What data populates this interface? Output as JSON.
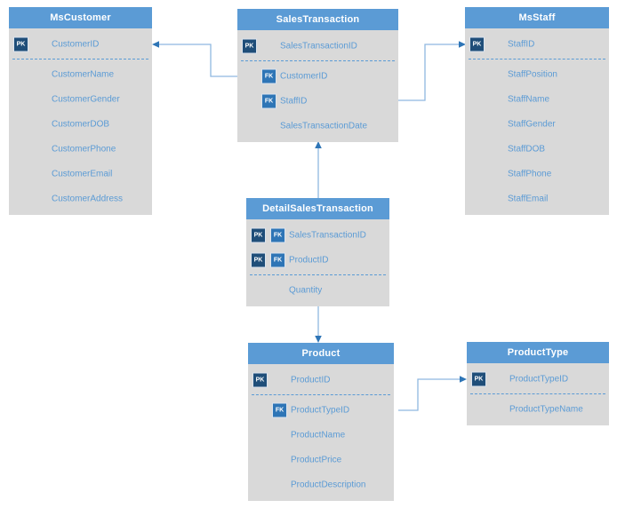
{
  "diagram": {
    "kind": "entity-relationship-diagram",
    "colors": {
      "table_header_bg": "#5B9BD5",
      "table_header_text": "#ffffff",
      "table_body_bg": "#D9D9D9",
      "field_text": "#5B9BD5",
      "pk_badge_bg": "#1F4E79",
      "fk_badge_bg": "#2E75B6",
      "connector_line": "#8FB8E0",
      "connector_arrow": "#2E75B6"
    }
  },
  "tables": [
    {
      "title": "MsCustomer",
      "fields": [
        {
          "name": "CustomerID",
          "keys": [
            "PK"
          ]
        },
        {
          "name": "CustomerName",
          "keys": []
        },
        {
          "name": "CustomerGender",
          "keys": []
        },
        {
          "name": "CustomerDOB",
          "keys": []
        },
        {
          "name": "CustomerPhone",
          "keys": []
        },
        {
          "name": "CustomerEmail",
          "keys": []
        },
        {
          "name": "CustomerAddress",
          "keys": []
        }
      ]
    },
    {
      "title": "SalesTransaction",
      "fields": [
        {
          "name": "SalesTransactionID",
          "keys": [
            "PK"
          ]
        },
        {
          "name": "CustomerID",
          "keys": [
            "FK"
          ]
        },
        {
          "name": "StaffID",
          "keys": [
            "FK"
          ]
        },
        {
          "name": "SalesTransactionDate",
          "keys": []
        }
      ]
    },
    {
      "title": "MsStaff",
      "fields": [
        {
          "name": "StaffID",
          "keys": [
            "PK"
          ]
        },
        {
          "name": "StaffPosition",
          "keys": []
        },
        {
          "name": "StaffName",
          "keys": []
        },
        {
          "name": "StaffGender",
          "keys": []
        },
        {
          "name": "StaffDOB",
          "keys": []
        },
        {
          "name": "StaffPhone",
          "keys": []
        },
        {
          "name": "StaffEmail",
          "keys": []
        }
      ]
    },
    {
      "title": "DetailSalesTransaction",
      "fields": [
        {
          "name": "SalesTransactionID",
          "keys": [
            "PK",
            "FK"
          ]
        },
        {
          "name": "ProductID",
          "keys": [
            "PK",
            "FK"
          ]
        },
        {
          "name": "Quantity",
          "keys": []
        }
      ]
    },
    {
      "title": "Product",
      "fields": [
        {
          "name": "ProductID",
          "keys": [
            "PK"
          ]
        },
        {
          "name": "ProductTypeID",
          "keys": [
            "FK"
          ]
        },
        {
          "name": "ProductName",
          "keys": []
        },
        {
          "name": "ProductPrice",
          "keys": []
        },
        {
          "name": "ProductDescription",
          "keys": []
        }
      ]
    },
    {
      "title": "ProductType",
      "fields": [
        {
          "name": "ProductTypeID",
          "keys": [
            "PK"
          ]
        },
        {
          "name": "ProductTypeName",
          "keys": []
        }
      ]
    }
  ],
  "connections": [
    {
      "from": "SalesTransaction.CustomerID",
      "to": "MsCustomer.CustomerID"
    },
    {
      "from": "SalesTransaction.StaffID",
      "to": "MsStaff.StaffID"
    },
    {
      "from": "DetailSalesTransaction.SalesTransactionID",
      "to": "SalesTransaction.SalesTransactionID"
    },
    {
      "from": "DetailSalesTransaction.ProductID",
      "to": "Product.ProductID"
    },
    {
      "from": "Product.ProductTypeID",
      "to": "ProductType.ProductTypeID"
    }
  ]
}
